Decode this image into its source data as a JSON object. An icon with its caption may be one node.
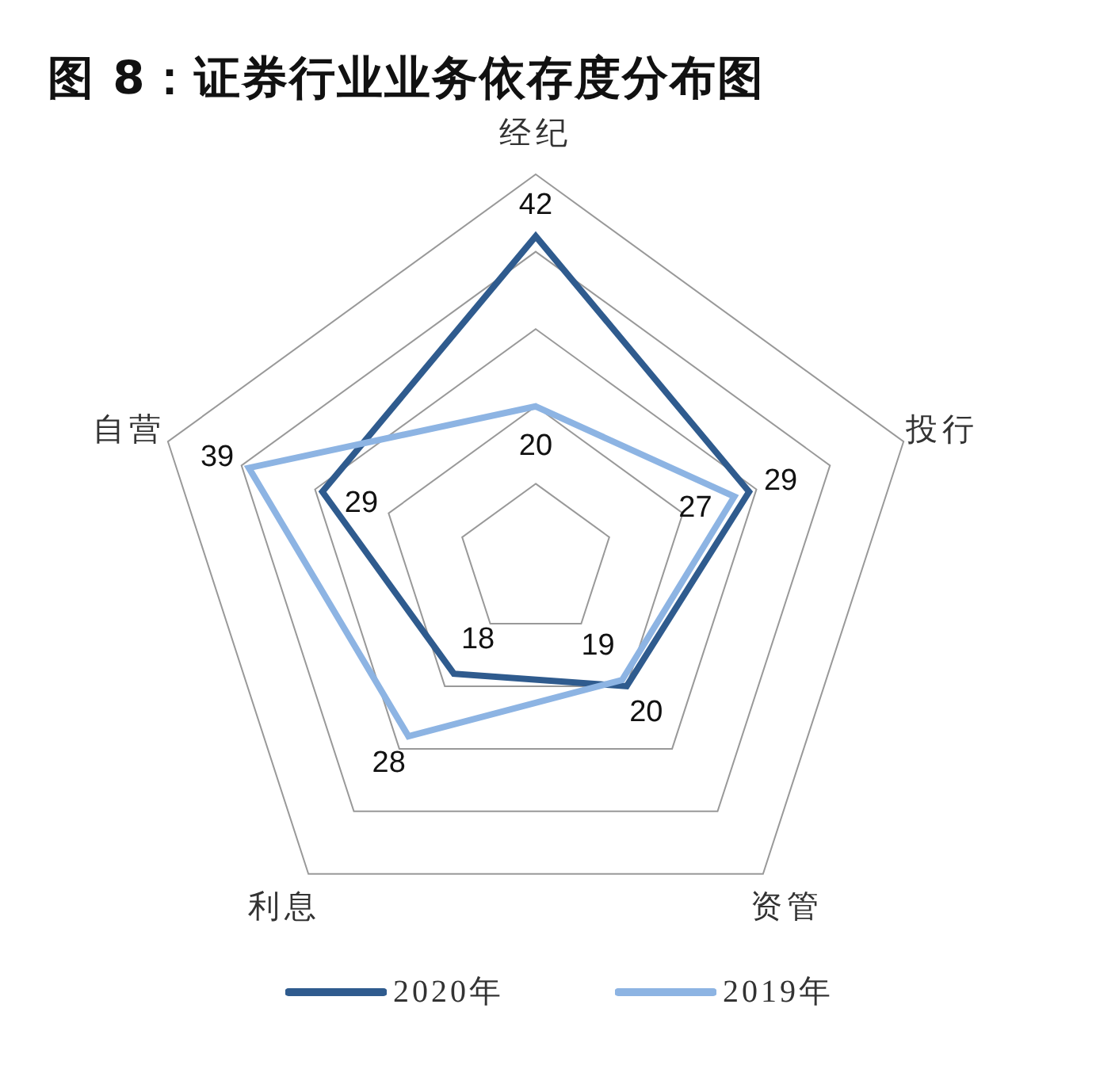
{
  "diagram": {
    "title": "图 8：证券行业业务依存度分布图",
    "labels": [
      "经纪",
      "42",
      "自营",
      "投行",
      "39",
      "20",
      "29",
      "29",
      "27",
      "18",
      "19",
      "20",
      "28",
      "利息",
      "资管"
    ],
    "legend": [
      {
        "text": "2020年"
      },
      {
        "text": "2019年"
      }
    ]
  }
}
